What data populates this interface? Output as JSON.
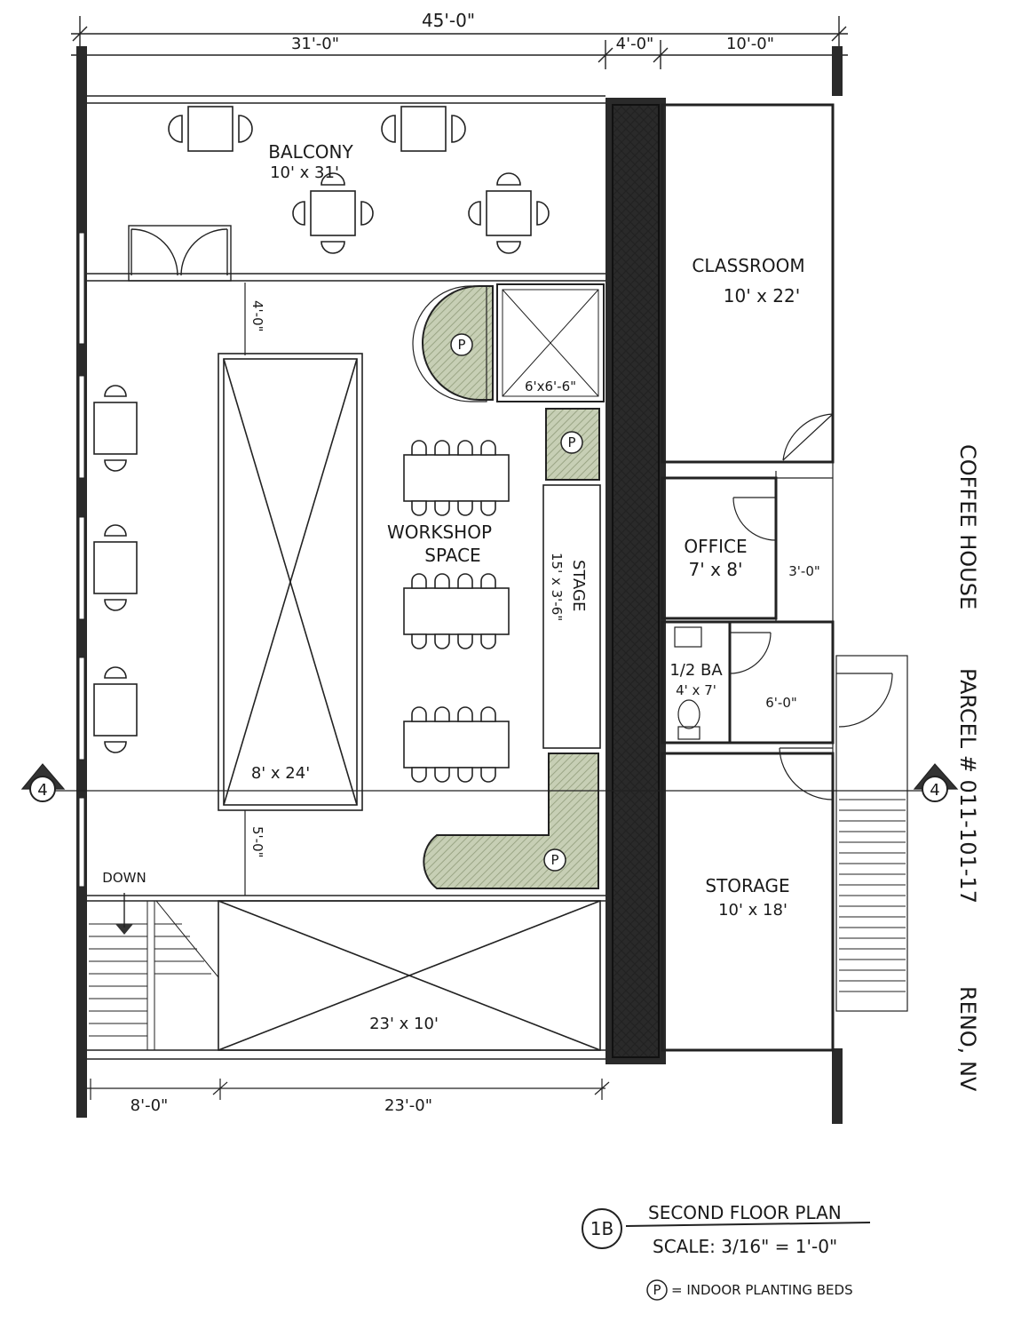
{
  "dimensions": {
    "overall": "45'-0\"",
    "top_left": "31'-0\"",
    "top_mid": "4'-0\"",
    "top_right": "10'-0\"",
    "bottom_left": "8'-0\"",
    "bottom_right": "23'-0\"",
    "gap_top": "4'-0\"",
    "gap_bottom": "5'-0\"",
    "office_door": "3'-0\"",
    "bath_door": "6'-0\""
  },
  "rooms": {
    "balcony": {
      "name": "BALCONY",
      "size": "10' x 31'"
    },
    "classroom": {
      "name": "CLASSROOM",
      "size": "10' x 22'"
    },
    "office": {
      "name": "OFFICE",
      "size": "7' x 8'"
    },
    "bath": {
      "name": "1/2 BA",
      "size": "4' x 7'"
    },
    "storage": {
      "name": "STORAGE",
      "size": "10' x 18'"
    },
    "workshop": {
      "name_line1": "WORKSHOP",
      "name_line2": "SPACE"
    },
    "stage": {
      "name": "STAGE",
      "size": "15' x 3'-6\""
    },
    "elevator": {
      "size": "6'x6'-6\""
    },
    "open_area": {
      "size": "8' x 24'"
    },
    "lower_open": {
      "size": "23' x 10'"
    }
  },
  "labels": {
    "down": "DOWN",
    "planter": "P",
    "section_mark": "4"
  },
  "title_block": {
    "badge": "1B",
    "title": "SECOND FLOOR PLAN",
    "scale": "SCALE: 3/16\" = 1'-0\"",
    "legend_symbol": "P",
    "legend_text": "= INDOOR PLANTING BEDS"
  },
  "side_text": {
    "project": "COFFEE HOUSE",
    "parcel": "PARCEL # 011-101-17",
    "location": "RENO, NV"
  }
}
